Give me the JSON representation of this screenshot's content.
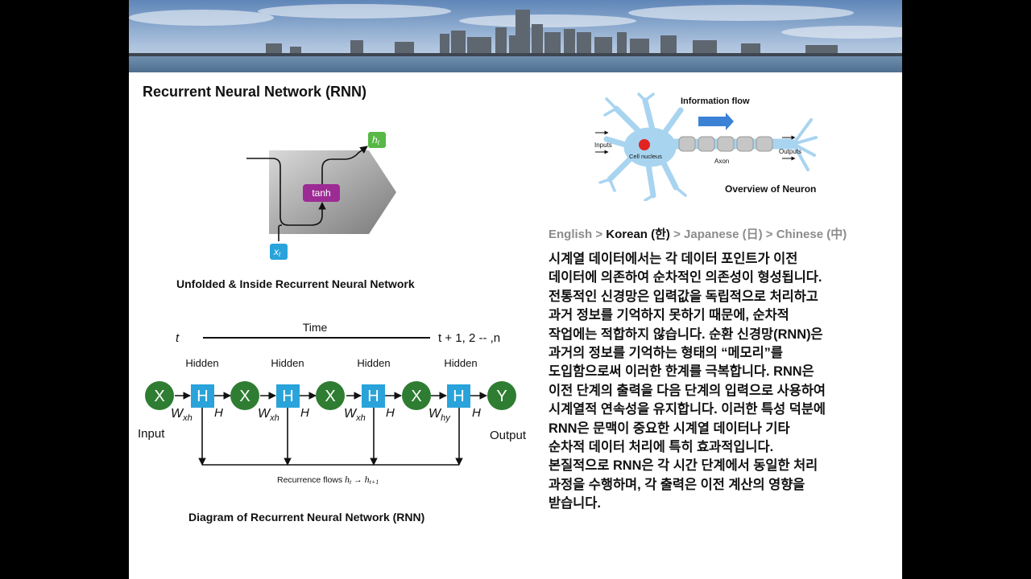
{
  "slide": {
    "title": "Recurrent Neural Network (RNN)"
  },
  "cell_diagram": {
    "h_label": "h",
    "h_sub": "t",
    "x_label": "x",
    "x_sub": "t",
    "tanh_label": "tanh",
    "caption": "Unfolded & Inside Recurrent Neural Network"
  },
  "neuron_diagram": {
    "flow_label": "Information flow",
    "inputs_label": "Inputs",
    "nucleus_label": "Cell nucleus",
    "axon_label": "Axon",
    "outputs_label": "Outputs",
    "caption": "Overview of Neuron"
  },
  "rnn_diagram": {
    "t_start": "t",
    "time_label": "Time",
    "t_end": "t + 1, 2 -- ,n",
    "hidden_label": "Hidden",
    "input_label": "Input",
    "output_label": "Output",
    "x_node": "X",
    "h_node": "H",
    "y_node": "Y",
    "h_edge": "H",
    "w_xh": "W",
    "w_xh_sub": "xh",
    "w_hy": "W",
    "w_hy_sub": "hy",
    "recurrence_text": "Recurrence flows ",
    "rec_h": "h",
    "rec_t": "t",
    "rec_arrow": " → ",
    "rec_h2": "h",
    "rec_t1": "t+1",
    "caption": "Diagram of Recurrent Neural Network (RNN)"
  },
  "language_bar": {
    "english": "English",
    "sep1": " > ",
    "korean": "Korean (한)",
    "sep2": " > ",
    "japanese": "Japanese (日)",
    "sep3": " > ",
    "chinese": "Chinese (中)"
  },
  "body_text": [
    "시계열 데이터에서는 각 데이터 포인트가 이전",
    "데이터에 의존하여 순차적인 의존성이 형성됩니다.",
    "전통적인 신경망은 입력값을 독립적으로 처리하고",
    "과거 정보를 기억하지 못하기 때문에, 순차적",
    "작업에는 적합하지 않습니다. 순환 신경망(RNN)은",
    "과거의 정보를 기억하는 형태의 “메모리”를",
    "도입함으로써 이러한 한계를 극복합니다. RNN은",
    "이전 단계의 출력을 다음 단계의 입력으로 사용하여",
    "시계열적 연속성을 유지합니다. 이러한 특성 덕분에",
    "RNN은 문맥이 중요한 시계열 데이터나 기타",
    "순차적 데이터 처리에 특히 효과적입니다.",
    "본질적으로 RNN은 각 시간 단계에서 동일한 처리",
    "과정을 수행하며, 각 출력은 이전 계산의 영향을",
    "받습니다."
  ],
  "colors": {
    "node_green": "#2e7d32",
    "node_blue": "#29a3da",
    "tanh_purple": "#9c2b94",
    "ht_green": "#57b845",
    "xt_blue": "#29a3da",
    "neuron_blue": "#a8d4f0",
    "nucleus_red": "#e32222",
    "flow_arrow": "#3b82d6",
    "lang_gray": "#8c8c8c"
  }
}
